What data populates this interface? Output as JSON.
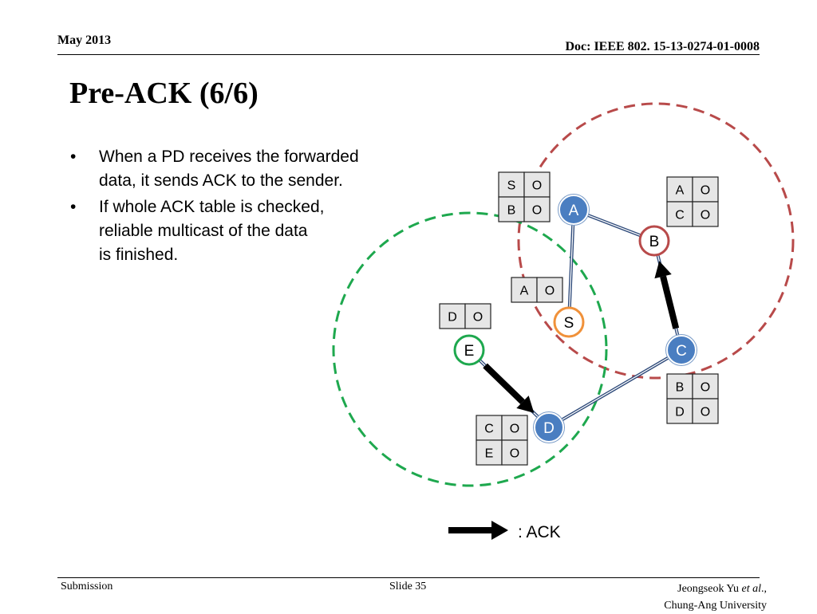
{
  "header": {
    "date": "May 2013",
    "doc": "Doc: IEEE 802. 15-13-0274-01-0008"
  },
  "title": "Pre-ACK (6/6)",
  "bullets": [
    {
      "lines": [
        "When a PD receives the forwarded",
        "data, it sends ACK to the sender."
      ]
    },
    {
      "lines": [
        "If whole ACK table is checked,",
        "reliable multicast of the data",
        "is finished."
      ]
    }
  ],
  "diagram": {
    "colors": {
      "node_fill": "#4a7ec1",
      "red_circle": "#b84a4a",
      "green_circle": "#1ea84e",
      "source_ring": "#f0913a",
      "link": "#2e4a7a",
      "table_cell": "#e6e6e6",
      "arrow": "#000000"
    },
    "nodes": [
      {
        "id": "A",
        "style": "filled"
      },
      {
        "id": "B",
        "style": "red-ring"
      },
      {
        "id": "C",
        "style": "filled"
      },
      {
        "id": "D",
        "style": "filled"
      },
      {
        "id": "E",
        "style": "green-ring"
      },
      {
        "id": "S",
        "style": "orange-ring"
      }
    ],
    "links": [
      [
        "A",
        "B"
      ],
      [
        "A",
        "S"
      ],
      [
        "B",
        "C"
      ],
      [
        "C",
        "D"
      ],
      [
        "E",
        "D"
      ]
    ],
    "acks": [
      {
        "from": "C",
        "to": "B"
      },
      {
        "from": "E",
        "to": "D"
      }
    ],
    "tables": [
      {
        "node": "A",
        "rows": [
          [
            "S",
            "O"
          ],
          [
            "B",
            "O"
          ]
        ]
      },
      {
        "node": "B",
        "rows": [
          [
            "A",
            "O"
          ],
          [
            "C",
            "O"
          ]
        ]
      },
      {
        "node": "S",
        "rows": [
          [
            "A",
            "O"
          ]
        ]
      },
      {
        "node": "E",
        "rows": [
          [
            "D",
            "O"
          ]
        ]
      },
      {
        "node": "C",
        "rows": [
          [
            "B",
            "O"
          ],
          [
            "D",
            "O"
          ]
        ]
      },
      {
        "node": "D",
        "rows": [
          [
            "C",
            "O"
          ],
          [
            "E",
            "O"
          ]
        ]
      }
    ],
    "legend": ": ACK"
  },
  "footer": {
    "left": "Submission",
    "center": "Slide 35",
    "author": "Jeongseok Yu",
    "author_suffix": "et al",
    "org": "Chung-Ang University"
  }
}
